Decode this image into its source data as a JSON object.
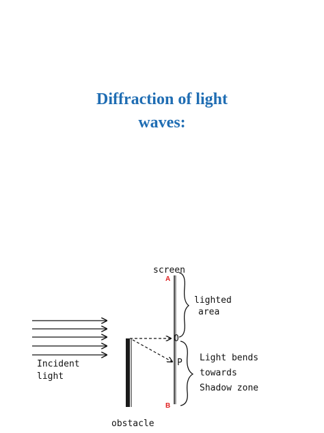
{
  "title": {
    "line1": "Diffraction of light",
    "line2": "waves:"
  },
  "diagram": {
    "labels": {
      "screen": "screen",
      "point_a": "A",
      "point_b": "B",
      "point_o": "O",
      "point_p": "P",
      "lighted_area_1": "lighted",
      "lighted_area_2": "area",
      "bends_1": "Light bends",
      "bends_2": "towards",
      "bends_3": "Shadow zone",
      "incident_1": "Incident",
      "incident_2": "light",
      "obstacle": "obstacle"
    },
    "colors": {
      "title": "#1f6db3",
      "points": "#e02020",
      "ink": "#111111"
    }
  }
}
